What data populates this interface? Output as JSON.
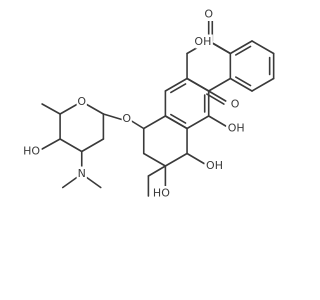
{
  "labels": {
    "oh_top": "OH",
    "o_quinone_top": "O",
    "o_quinone_bottom": "O",
    "o_ring": "O",
    "o_ether": "O",
    "oh_sugar": "HO",
    "n_amine": "N",
    "oh_phenol": "OH",
    "oh_ring": "OH",
    "oh_tertiary": "HO"
  },
  "colors": {
    "bond": "#3a3a3a",
    "text": "#3a3a3a",
    "background": "#ffffff"
  }
}
